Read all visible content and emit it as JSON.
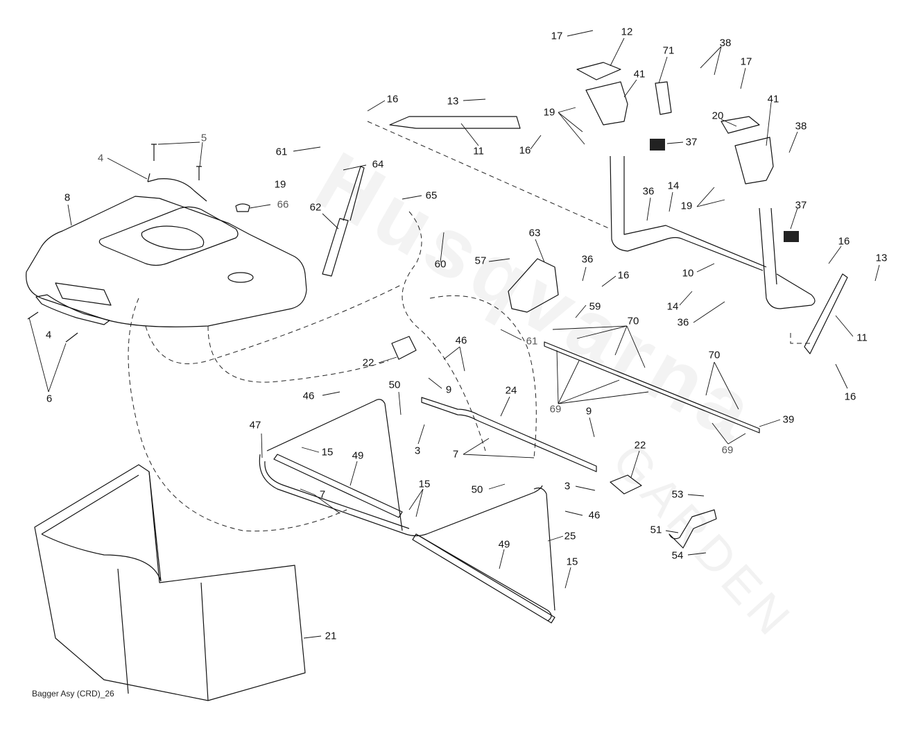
{
  "diagram": {
    "title": "Bagger Asy (CRD)_26",
    "watermark": {
      "brand": "Husqvarna",
      "sub": "GARDEN"
    },
    "parts": [
      {
        "id": "17a",
        "label": "17"
      },
      {
        "id": "12",
        "label": "12"
      },
      {
        "id": "41a",
        "label": "41"
      },
      {
        "id": "71",
        "label": "71"
      },
      {
        "id": "38a",
        "label": "38"
      },
      {
        "id": "17b",
        "label": "17"
      },
      {
        "id": "41b",
        "label": "41"
      },
      {
        "id": "20",
        "label": "20"
      },
      {
        "id": "38b",
        "label": "38"
      },
      {
        "id": "37a",
        "label": "37"
      },
      {
        "id": "37b",
        "label": "37"
      },
      {
        "id": "19a",
        "label": "19"
      },
      {
        "id": "19b",
        "label": "19"
      },
      {
        "id": "19c",
        "label": "19"
      },
      {
        "id": "16a",
        "label": "16"
      },
      {
        "id": "13a",
        "label": "13"
      },
      {
        "id": "11a",
        "label": "11"
      },
      {
        "id": "16b",
        "label": "16"
      },
      {
        "id": "36a",
        "label": "36"
      },
      {
        "id": "14a",
        "label": "14"
      },
      {
        "id": "5",
        "label": "5"
      },
      {
        "id": "61a",
        "label": "61"
      },
      {
        "id": "64",
        "label": "64"
      },
      {
        "id": "4a",
        "label": "4"
      },
      {
        "id": "66",
        "label": "66"
      },
      {
        "id": "65",
        "label": "65"
      },
      {
        "id": "8",
        "label": "8"
      },
      {
        "id": "62",
        "label": "62"
      },
      {
        "id": "60",
        "label": "60"
      },
      {
        "id": "63",
        "label": "63"
      },
      {
        "id": "57",
        "label": "57"
      },
      {
        "id": "36b",
        "label": "36"
      },
      {
        "id": "16c",
        "label": "16"
      },
      {
        "id": "10",
        "label": "10"
      },
      {
        "id": "16d",
        "label": "16"
      },
      {
        "id": "13b",
        "label": "13"
      },
      {
        "id": "4b",
        "label": "4"
      },
      {
        "id": "59",
        "label": "59"
      },
      {
        "id": "14b",
        "label": "14"
      },
      {
        "id": "36c",
        "label": "36"
      },
      {
        "id": "61b",
        "label": "61"
      },
      {
        "id": "70a",
        "label": "70"
      },
      {
        "id": "11b",
        "label": "11"
      },
      {
        "id": "46a",
        "label": "46"
      },
      {
        "id": "22a",
        "label": "22"
      },
      {
        "id": "6",
        "label": "6"
      },
      {
        "id": "16e",
        "label": "16"
      },
      {
        "id": "9a",
        "label": "9"
      },
      {
        "id": "70b",
        "label": "70"
      },
      {
        "id": "46b",
        "label": "46"
      },
      {
        "id": "50a",
        "label": "50"
      },
      {
        "id": "24",
        "label": "24"
      },
      {
        "id": "69a",
        "label": "69"
      },
      {
        "id": "9b",
        "label": "9"
      },
      {
        "id": "39",
        "label": "39"
      },
      {
        "id": "47",
        "label": "47"
      },
      {
        "id": "15a",
        "label": "15"
      },
      {
        "id": "49a",
        "label": "49"
      },
      {
        "id": "3a",
        "label": "3"
      },
      {
        "id": "7a",
        "label": "7"
      },
      {
        "id": "69b",
        "label": "69"
      },
      {
        "id": "22b",
        "label": "22"
      },
      {
        "id": "15b",
        "label": "15"
      },
      {
        "id": "50b",
        "label": "50"
      },
      {
        "id": "3b",
        "label": "3"
      },
      {
        "id": "7b",
        "label": "7"
      },
      {
        "id": "46c",
        "label": "46"
      },
      {
        "id": "53",
        "label": "53"
      },
      {
        "id": "25",
        "label": "25"
      },
      {
        "id": "51",
        "label": "51"
      },
      {
        "id": "49b",
        "label": "49"
      },
      {
        "id": "54",
        "label": "54"
      },
      {
        "id": "15c",
        "label": "15"
      },
      {
        "id": "21",
        "label": "21"
      }
    ]
  }
}
